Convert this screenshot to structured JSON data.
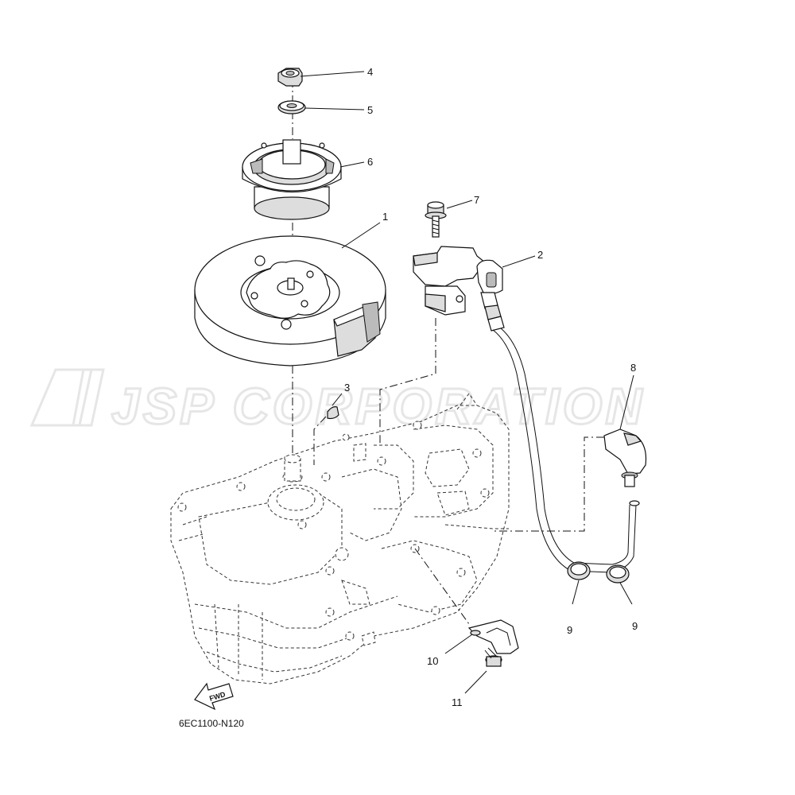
{
  "watermark": "JSP CORPORATION",
  "drawing_code": "6EC1100-N120",
  "fwd_label": "FWD",
  "callouts": {
    "c1": "1",
    "c2": "2",
    "c3": "3",
    "c4": "4",
    "c5": "5",
    "c6": "6",
    "c7": "7",
    "c8": "8",
    "c9a": "9",
    "c9b": "9",
    "c10": "10",
    "c11": "11"
  }
}
